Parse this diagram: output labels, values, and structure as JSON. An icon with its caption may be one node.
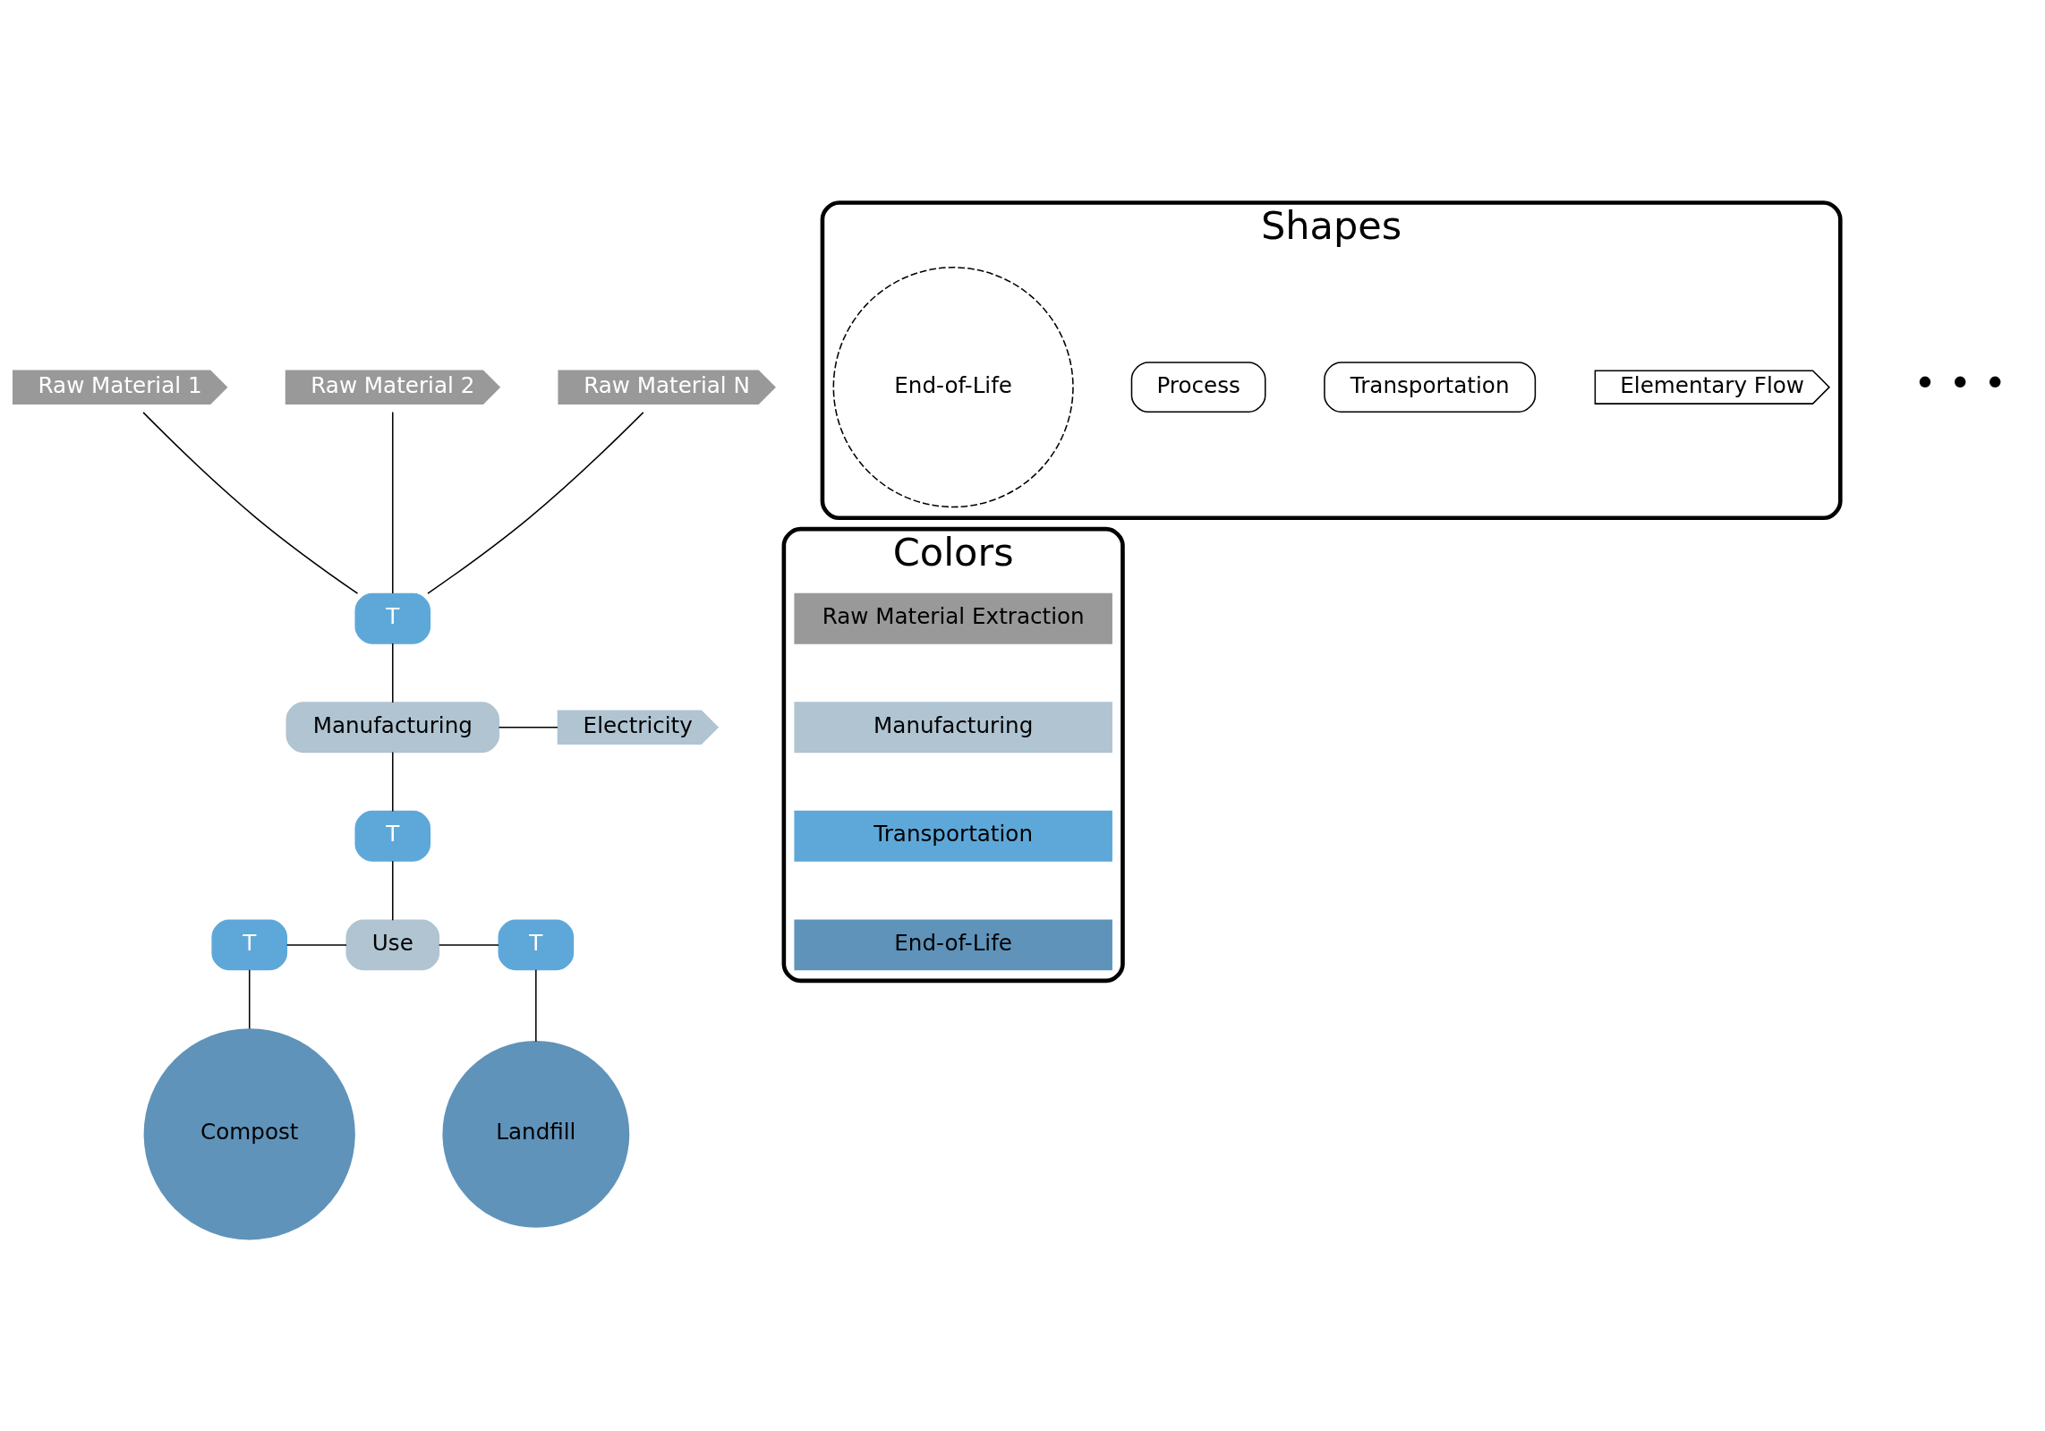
{
  "diagram": {
    "nodes": [
      {
        "text": [
          "Raw Material 1"
        ]
      },
      {
        "text": [
          "Raw Material 2"
        ]
      },
      {
        "text": [
          "Raw Material N"
        ]
      },
      {
        "text": [
          "T"
        ]
      },
      {
        "text": [
          "Manufacturing"
        ]
      },
      {
        "text": [
          "Electricity"
        ]
      },
      {
        "text": [
          "T"
        ]
      },
      {
        "text": [
          "Use"
        ]
      },
      {
        "text": [
          "T"
        ]
      },
      {
        "text": [
          "T"
        ]
      },
      {
        "text": [
          "Compost"
        ]
      },
      {
        "text": [
          "Landfill"
        ]
      },
      {
        "text": [
          "Shapes"
        ]
      },
      {
        "text": [
          "Elementary Flow"
        ],
        "in": 12
      },
      {
        "text": [
          "Transportation"
        ],
        "in": 12
      },
      {
        "text": [
          "Process"
        ],
        "in": 12
      },
      {
        "text": [
          "End-of-Life"
        ],
        "in": 12
      },
      {
        "text": [
          "Colors"
        ]
      }
    ],
    "edges": [
      {
        "from": 0,
        "to": 3,
        "arrow": "none"
      },
      {
        "from": 1,
        "to": 3,
        "arrow": "none"
      },
      {
        "from": 2,
        "to": 3,
        "arrow": "none"
      },
      {
        "from": 3,
        "to": 4,
        "arrow": "none"
      },
      {
        "from": 4,
        "to": 5,
        "arrow": "none"
      },
      {
        "from": 4,
        "to": 6,
        "arrow": "none"
      },
      {
        "from": 6,
        "to": 7,
        "arrow": "none"
      },
      {
        "from": 8,
        "to": 7,
        "arrow": "none"
      },
      {
        "from": 7,
        "to": 9,
        "arrow": "none"
      },
      {
        "from": 8,
        "to": 10,
        "arrow": "none"
      },
      {
        "from": 9,
        "to": 11,
        "arrow": "none"
      }
    ],
    "labels": [
      "• • •"
    ],
    "legend": [
      {
        "text": "Raw Material Extraction",
        "color": "#999999"
      },
      {
        "text": "Manufacturing",
        "color": "#b0c4d2"
      },
      {
        "text": "Transportation",
        "color": "#5ea8d9"
      },
      {
        "text": "End-of-Life",
        "color": "#5f93ba"
      }
    ]
  }
}
